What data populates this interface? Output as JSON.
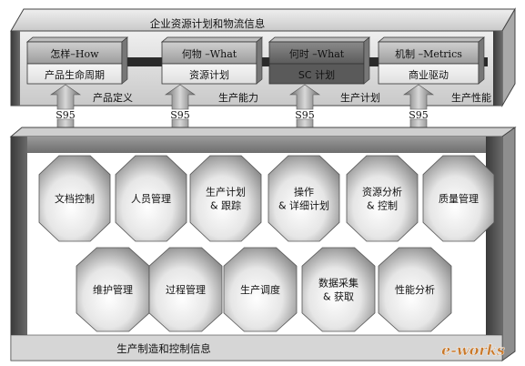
{
  "top_band": {
    "title": "企业资源计划和物流信息"
  },
  "columns": [
    {
      "header": "怎样–How",
      "box": "产品生命周期",
      "side_label": "产品定义",
      "standard": "S95"
    },
    {
      "header": "何物 –What",
      "box": "资源计划",
      "side_label": "生产能力",
      "standard": "S95"
    },
    {
      "header": "何时 –What",
      "box": "SC 计划",
      "side_label": "生产计划",
      "standard": "S95"
    },
    {
      "header": "机制 –Metrics",
      "box": "商业驱动",
      "side_label": "生产性能",
      "standard": "S95"
    }
  ],
  "modules_row1": [
    {
      "lines": [
        "文档控制"
      ]
    },
    {
      "lines": [
        "人员管理"
      ]
    },
    {
      "lines": [
        "生产计划",
        "& 跟踪"
      ]
    },
    {
      "lines": [
        "操作",
        "& 详细计划"
      ]
    },
    {
      "lines": [
        "资源分析",
        "& 控制"
      ]
    },
    {
      "lines": [
        "质量管理"
      ]
    }
  ],
  "modules_row2": [
    {
      "lines": [
        "维护管理"
      ]
    },
    {
      "lines": [
        "过程管理"
      ]
    },
    {
      "lines": [
        "生产调度"
      ]
    },
    {
      "lines": [
        "数据采集",
        "& 获取"
      ]
    },
    {
      "lines": [
        "性能分析"
      ]
    }
  ],
  "bottom_band": {
    "title": "生产制造和控制信息"
  },
  "watermark": "e-works"
}
